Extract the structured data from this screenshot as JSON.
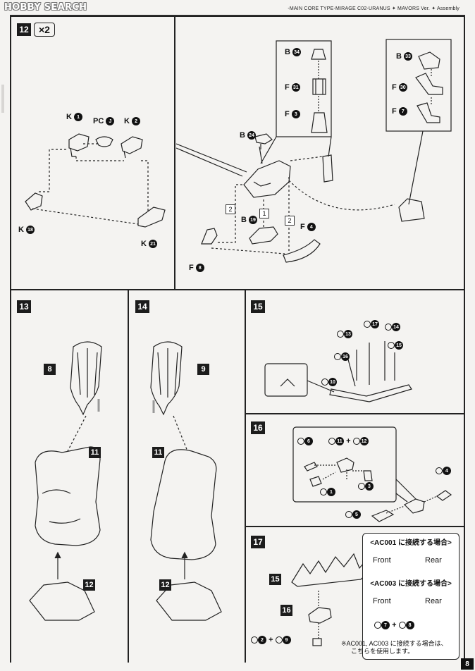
{
  "header": {
    "logo_text": "HOBBY SEARCH",
    "doc_title": "-MAIN CORE TYPE-MIRAGE  C02-URANUS ✦ MAVORS Ver. ✦ Assembly"
  },
  "step12": {
    "number": "12",
    "multiplier": "×2",
    "labels": {
      "k1": "K",
      "k1n": "1",
      "pcj": "PC",
      "pcjn": "J",
      "k2": "K",
      "k2n": "2",
      "k18": "K",
      "k18n": "18",
      "k21": "K",
      "k21n": "21",
      "b24": "B",
      "b24n": "24",
      "b34": "B",
      "b34n": "34",
      "f31": "F",
      "f31n": "31",
      "f3": "F",
      "f3n": "3",
      "b33": "B",
      "b33n": "33",
      "f30": "F",
      "f30n": "30",
      "f7": "F",
      "f7n": "7",
      "b19": "B",
      "b19n": "19",
      "f4": "F",
      "f4n": "4",
      "f8": "F",
      "f8n": "8"
    },
    "order_marks": [
      "2",
      "1",
      "2"
    ]
  },
  "step13": {
    "number": "13",
    "parts": [
      "8",
      "11",
      "12"
    ]
  },
  "step14": {
    "number": "14",
    "parts": [
      "9",
      "11",
      "12"
    ]
  },
  "step15": {
    "number": "15",
    "parts": [
      "13",
      "17",
      "14",
      "16",
      "15",
      "10"
    ]
  },
  "step16": {
    "number": "16",
    "parts": [
      "6",
      "11",
      "+",
      "12",
      "1",
      "3",
      "4",
      "5"
    ]
  },
  "step17": {
    "number": "17",
    "parts": [
      "15",
      "16"
    ],
    "formula_left": [
      "2",
      "+",
      "9"
    ],
    "ac001_title": "<AC001 に接続する場合>",
    "ac003_title": "<AC003 に接続する場合>",
    "front": "Front",
    "rear": "Rear",
    "formula_right": [
      "7",
      "+",
      "8"
    ],
    "note_line1": "※AC001, AC003 に接続する場合は、",
    "note_line2": "こちらを使用します。"
  },
  "page_number": "8"
}
